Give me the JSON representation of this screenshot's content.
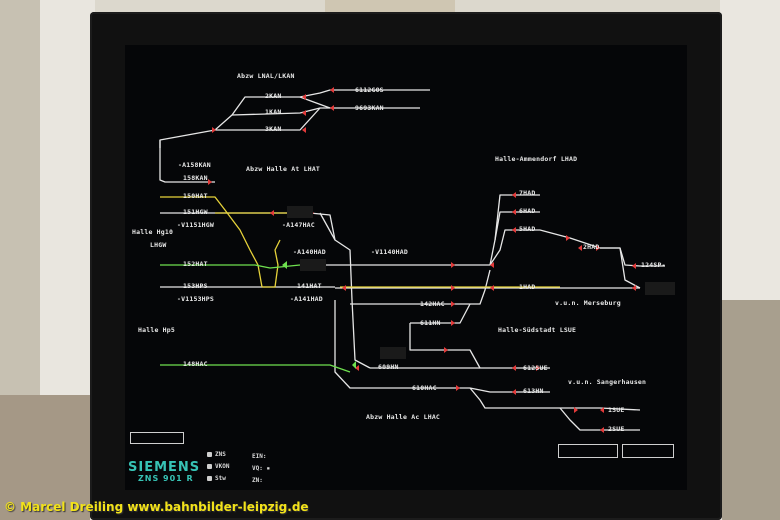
{
  "labels": {
    "abzw_lnal": "Abzw LNAL/LKAN",
    "n2kan": "2KAN",
    "n1kan": "1KAN",
    "n3kan": "3KAN",
    "n6112gos": "6112GOS",
    "n9693kan": "9693KAN",
    "a158kan": "-A158KAN",
    "n158kan": "158KAN",
    "abzw_halle_at": "Abzw Halle At LHAT",
    "n150hat": "150HAT",
    "n151hgw": "151HGW",
    "v1151hgw": "-V1151HGW",
    "halle_hg10": "Halle Hg10",
    "lhgw": "LHGW",
    "a147hac": "-A147HAC",
    "a140had": "-A140HAD",
    "v1140had": "-V1140HAD",
    "n152hat": "152HAT",
    "n153hps": "153HPS",
    "v1153hps": "-V1153HPS",
    "n141hat": "141HAT",
    "a141had": "-A141HAD",
    "halle_ammendorf": "Halle-Ammendorf LHAD",
    "n7had": "7HAD",
    "n6had": "6HAD",
    "n5had": "5HAD",
    "n2had": "2HAD",
    "n124sp": "124SP-",
    "n1had": "1HAD",
    "n142hac": "142HAC",
    "vun_merseburg": "v.u.n. Merseburg",
    "n611hn": "611HN",
    "halle_suedstadt": "Halle-Südstadt LSUE",
    "halle_hp5": "Halle Hp5",
    "n148hac": "148HAC",
    "n609hn": "609HN",
    "n612sue": "612SUE",
    "vun_sangerhausen": "v.u.n. Sangerhausen",
    "n610hac": "610HAC",
    "n613hn": "613HN",
    "n1sue": "1SUE",
    "n2sue": "2SUE",
    "abzw_halle_ac": "Abzw Halle Ac LHAC"
  },
  "brand": {
    "name": "SIEMENS",
    "model": "ZNS 901 R"
  },
  "status": {
    "zns": "ZNS",
    "vkon": "VKON",
    "stw": "Stw",
    "ein": "EIN:",
    "vq": "VQ: ▪",
    "zn": "ZN:"
  },
  "watermark": "© Marcel Dreiling   www.bahnbilder-leipzig.de",
  "colors": {
    "track_white": "#e6e6e6",
    "track_yellow": "#e6d23a",
    "track_green": "#6fe04f",
    "signal_red": "#e33a3a",
    "brand_teal": "#37c3b5",
    "watermark_yellow": "#f2e21a"
  }
}
